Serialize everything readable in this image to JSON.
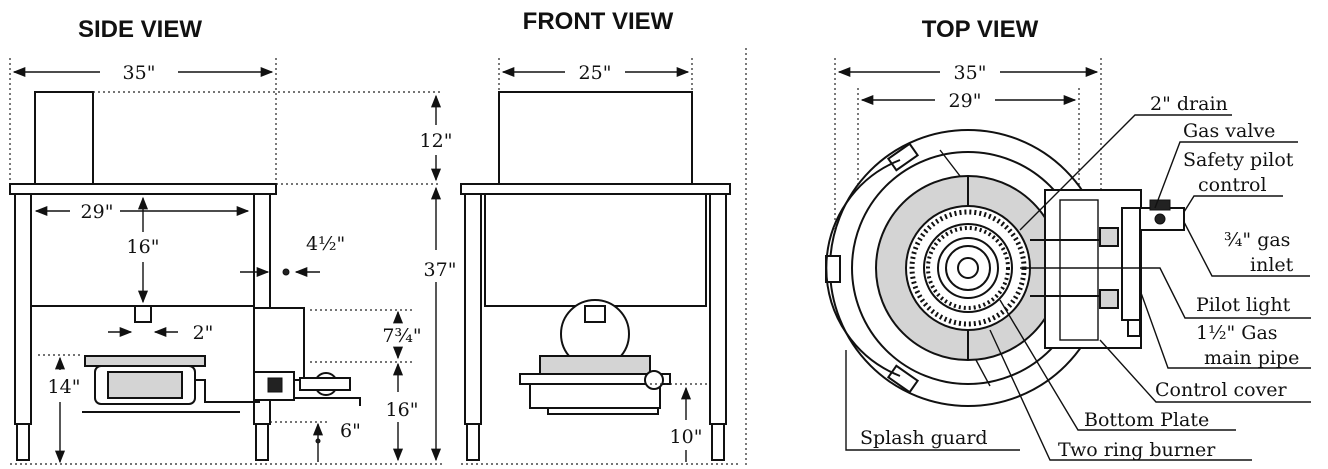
{
  "titles": {
    "side": "SIDE VIEW",
    "front": "FRONT VIEW",
    "top": "TOP VIEW"
  },
  "side_view": {
    "width_overall": "35\"",
    "width_inner": "29\"",
    "height_16": "16\"",
    "offset_4_5": "4½\"",
    "drain_2": "2\"",
    "height_14": "14\"",
    "clearance_6": "6\"",
    "height_12": "12\"",
    "height_37": "37\"",
    "height_7_75": "7¾\"",
    "height_16b": "16\""
  },
  "front_view": {
    "width_25": "25\"",
    "height_10": "10\""
  },
  "top_view": {
    "width_35": "35\"",
    "width_29": "29\"",
    "labels": {
      "drain": "2\" drain",
      "gas_valve": "Gas valve",
      "safety_pilot_1": "Safety pilot",
      "safety_pilot_2": "control",
      "gas_inlet_1": "¾\" gas",
      "gas_inlet_2": "inlet",
      "pilot_light": "Pilot light",
      "main_pipe_1": "1½\" Gas",
      "main_pipe_2": "main pipe",
      "control_cover": "Control cover",
      "bottom_plate": "Bottom Plate",
      "splash_guard": "Splash guard",
      "burner": "Two ring burner"
    }
  }
}
